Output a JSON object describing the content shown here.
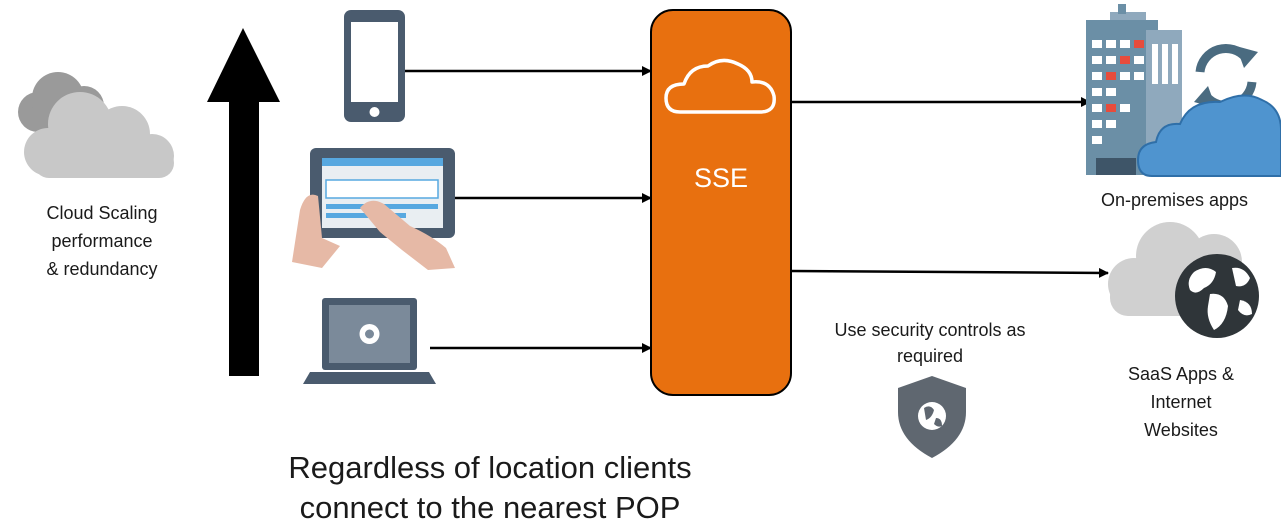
{
  "diagram": {
    "cloud_scaling_label_line1": "Cloud Scaling",
    "cloud_scaling_label_line2": "performance",
    "cloud_scaling_label_line3": "& redundancy",
    "sse_label": "SSE",
    "onprem_label": "On-premises apps",
    "security_label_line1": "Use security controls as",
    "security_label_line2": "required",
    "saas_label_line1": "SaaS Apps &",
    "saas_label_line2": "Internet",
    "saas_label_line3": "Websites",
    "caption_line1": "Regardless of location clients",
    "caption_line2": "connect to the nearest POP"
  },
  "colors": {
    "sse_orange": "#e8700f",
    "device_slate": "#4a5b6e",
    "cloud_gray": "#c8c8c8",
    "cloud_dark_gray": "#9a9a9a",
    "cloud_blue": "#4f94cf",
    "building_blue": "#6b8fa6",
    "shield_gray": "#5f6770",
    "arrow_black": "#000000"
  },
  "icons": [
    "cloud-icon",
    "smartphone-icon",
    "tablet-icon",
    "laptop-icon",
    "building-icon",
    "sync-icon",
    "globe-icon",
    "shield-icon"
  ]
}
